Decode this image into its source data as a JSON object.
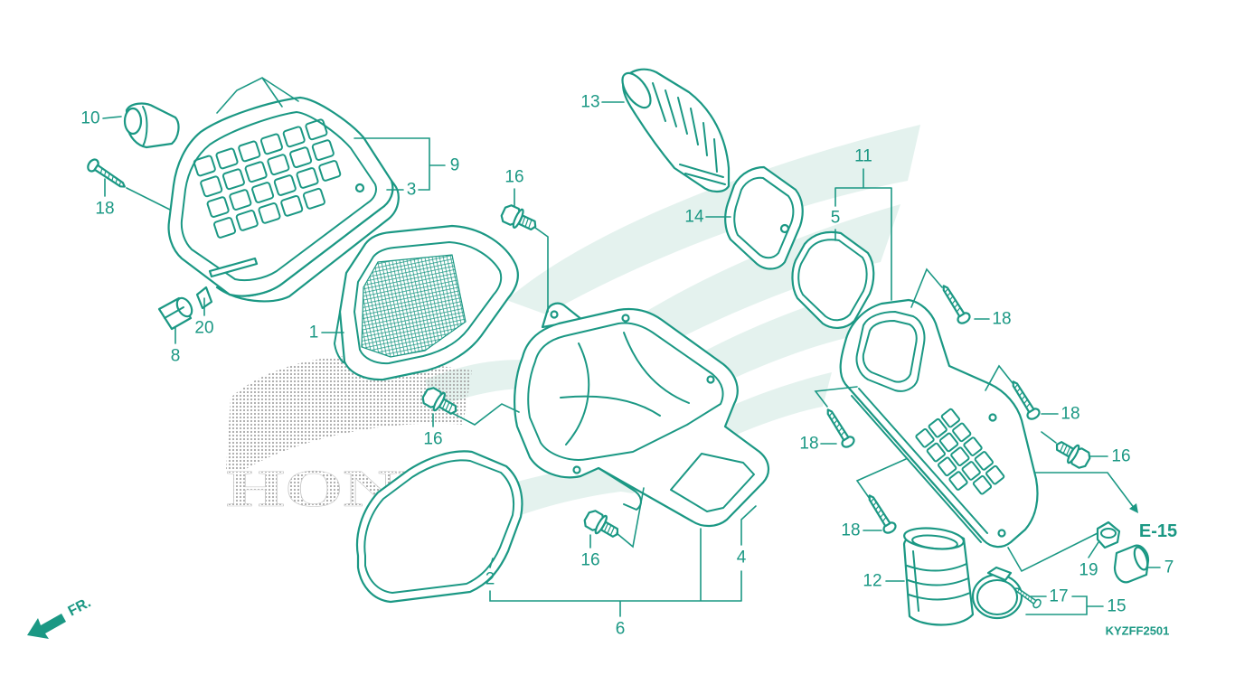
{
  "diagram": {
    "callouts": [
      "10",
      "18",
      "9",
      "3",
      "8",
      "20",
      "1",
      "16",
      "13",
      "14",
      "11",
      "5",
      "18",
      "18",
      "16",
      "18",
      "16",
      "16",
      "4",
      "2",
      "6",
      "E-15",
      "18",
      "12",
      "19",
      "7",
      "17",
      "15"
    ],
    "drawing_code": "KYZFF2501",
    "direction": "FR.",
    "watermark": "HONDA"
  },
  "colors": {
    "line": "#1b9884",
    "watermark": "#e4f2ee",
    "dots": "#a8a8a8",
    "background": "#ffffff"
  }
}
